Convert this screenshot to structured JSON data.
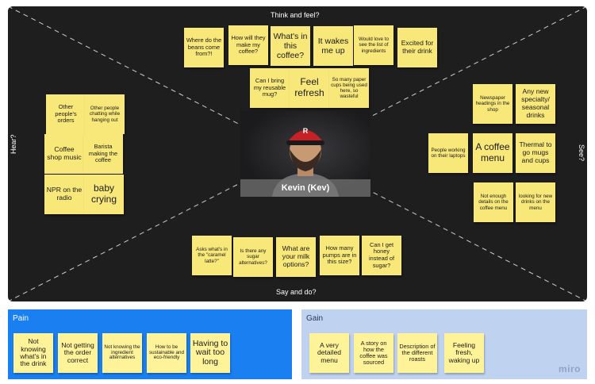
{
  "quadrants": {
    "top": "Think and feel?",
    "bottom": "Say and do?",
    "left": "Hear?",
    "right": "See?"
  },
  "persona": {
    "name": "Kevin (Kev)",
    "cap_letter": "R"
  },
  "think_notes": [
    "Where do the beans come from?!",
    "How will they make my coffee?",
    "What's in this coffee?",
    "It wakes me up",
    "Would love to see the list of ingredients",
    "Excited for their drink",
    "Can I bring my reusable mug?",
    "Feel refresh",
    "So many paper cups being used here, so wasteful"
  ],
  "hear_notes": [
    "Other people's orders",
    "Other people chatting while hanging out",
    "Coffee shop music",
    "Barista making the coffee",
    "NPR on the radio",
    "baby crying"
  ],
  "see_notes": [
    "Newspaper headings in the shop",
    "Any new specialty/ seasonal drinks",
    "People working on their laptops",
    "A coffee menu",
    "Thermal to go mugs and cups",
    "Not enough details on the coffee menu",
    "looking for new drinks on the menu"
  ],
  "say_notes": [
    "Asks what's in the \"caramel latte?\"",
    "Is there any sugar alternatives?",
    "What are your milk options?",
    "How many pumps are in this size?",
    "Can I get honey instead of sugar?"
  ],
  "pain": {
    "title": "Pain",
    "notes": [
      "Not knowing what's in the drink",
      "Not getting the order correct",
      "Not knowing the ingredient alternatives",
      "How to be sustainable and eco-friendly",
      "Having to wait too long"
    ]
  },
  "gain": {
    "title": "Gain",
    "notes": [
      "A very detailed menu",
      "A story on how the coffee was sourced",
      "Description of the different roasts",
      "Feeling fresh, waking up"
    ]
  },
  "watermark": "miro",
  "colors": {
    "board": "#1e1e1e",
    "sticky": "#f8e87a",
    "pain_bg": "#1a7ff0",
    "gain_bg": "#bfd3f0"
  }
}
